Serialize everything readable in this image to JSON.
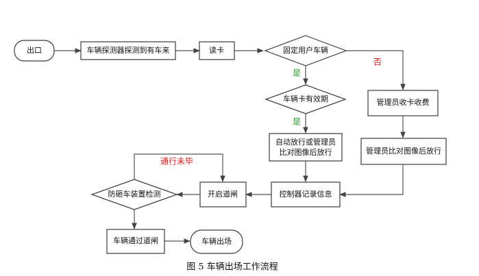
{
  "nodes": {
    "exit": "出口",
    "detector": "车辆探测器探测到有车来",
    "read_card": "读卡",
    "fixed_user": "固定用户车辆",
    "card_valid": "车辆卡有效期",
    "admin_charge": "管理员收卡收费",
    "auto_release_1": "自动放行或管理员",
    "auto_release_2": "比对图像后放行",
    "admin_compare": "管理员比对图像后放行",
    "controller_log": "控制器记录信息",
    "open_gate": "开启道闸",
    "anti_smash": "防砸车装置检测",
    "pass_gate": "车辆通过道闸",
    "vehicle_exit": "车辆出场"
  },
  "edge_labels": {
    "yes_1": "是",
    "yes_2": "是",
    "no": "否",
    "not_passed": "通行未毕"
  },
  "caption": "图 5  车辆出场工作流程",
  "colors": {
    "yes": "#2e9a2e",
    "no": "#d21c1c",
    "stroke": "#3a3a3a"
  }
}
